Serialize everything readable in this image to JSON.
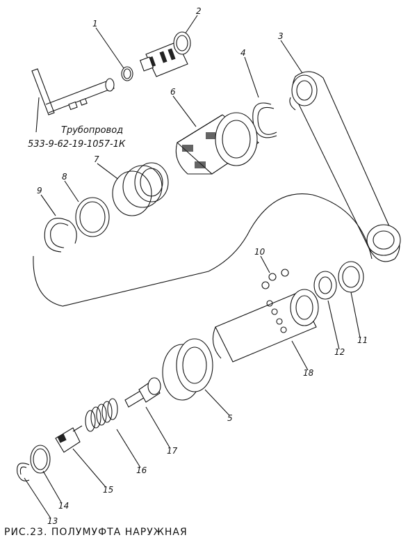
{
  "caption": "РИС.23. ПОЛУМУФТА НАРУЖНАЯ",
  "pipe_label": {
    "name": "Трубопровод",
    "code": "533-9-62-19-1057-1К"
  },
  "part_numbers": {
    "p1": "1",
    "p2": "2",
    "p3": "3",
    "p4": "4",
    "p5": "5",
    "p6": "6",
    "p7": "7",
    "p8": "8",
    "p9": "9",
    "p10": "10",
    "p11": "11",
    "p12": "12",
    "p13": "13",
    "p14": "14",
    "p15": "15",
    "p16": "16",
    "p17": "17",
    "p18": "18"
  }
}
